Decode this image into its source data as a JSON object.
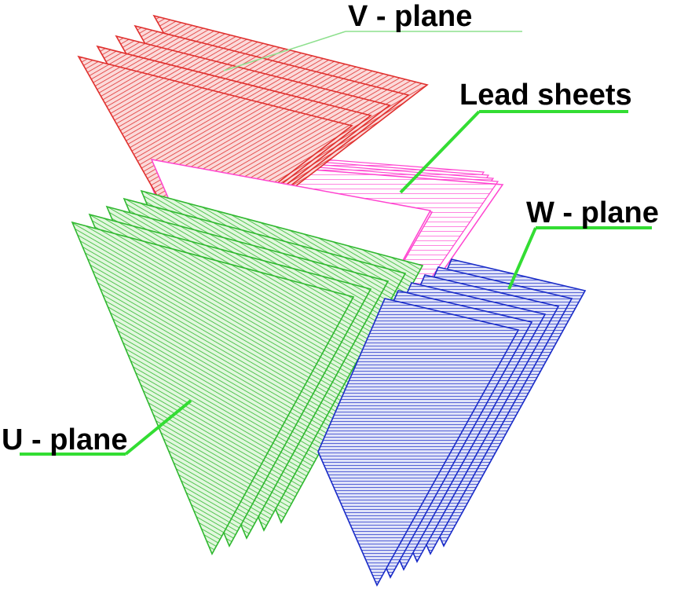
{
  "labels": {
    "v_plane": "V - plane",
    "lead_sheets": "Lead sheets",
    "w_plane": "W - plane",
    "u_plane": "U - plane"
  },
  "colors": {
    "v_plane": "#e0302e",
    "v_plane_fill": "#f2a0a0",
    "lead_sheets": "#ff44d0",
    "w_plane": "#1a2cc8",
    "w_plane_fill": "#8a94e0",
    "u_plane": "#2fb82f",
    "u_plane_fill": "#a8e6a0",
    "leader_line": "#33dd33"
  }
}
